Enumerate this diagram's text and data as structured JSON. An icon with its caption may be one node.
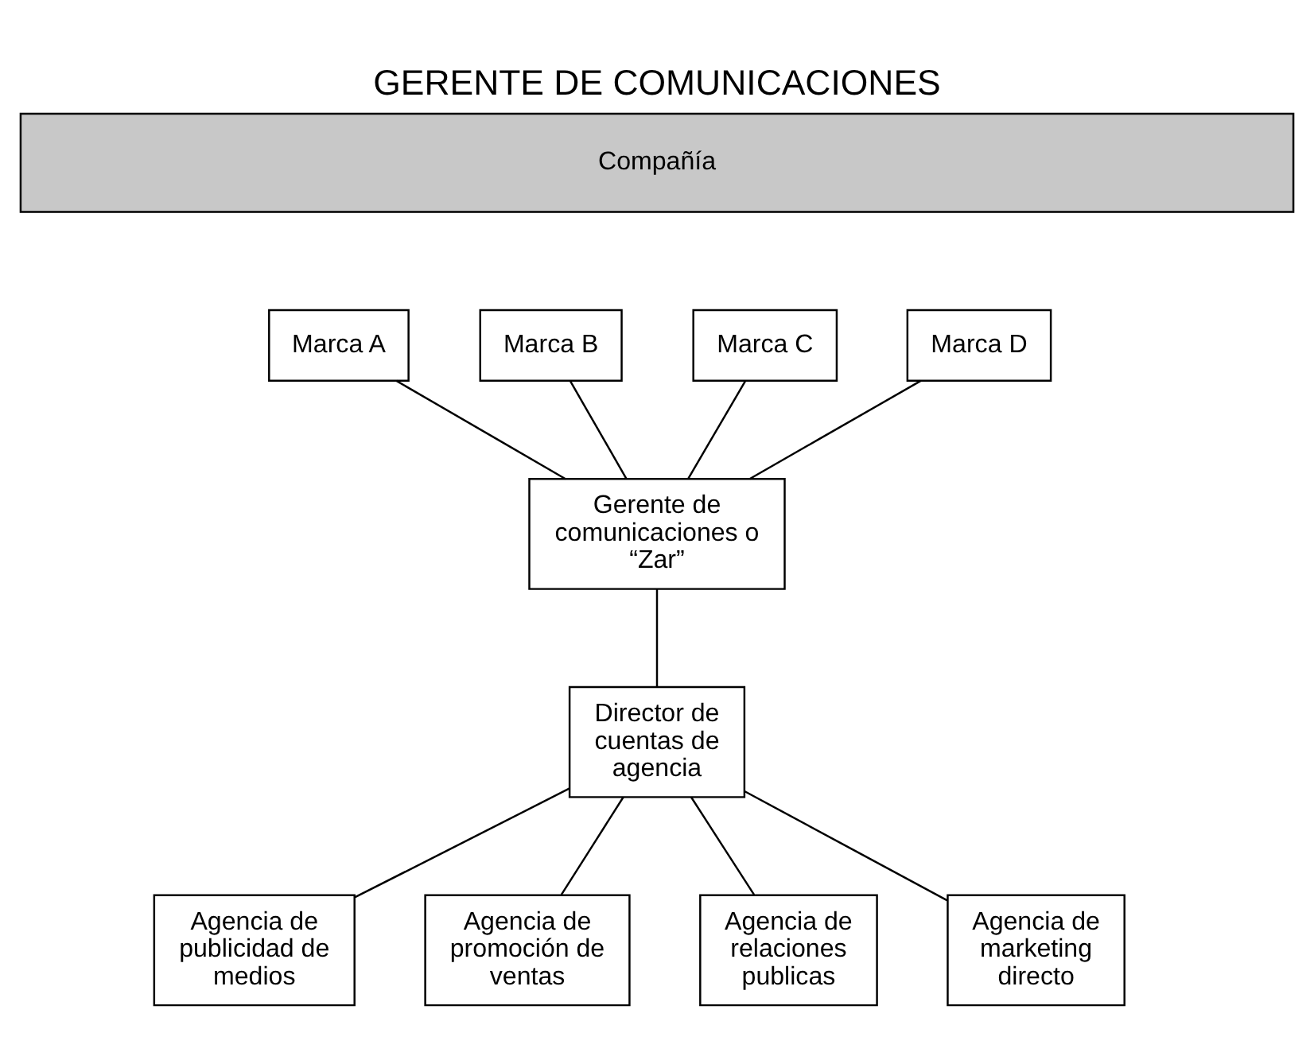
{
  "diagram": {
    "title": "GERENTE DE COMUNICACIONES",
    "nodes": [
      {
        "text": [
          "Compañía"
        ]
      },
      {
        "text": [
          "Marca A"
        ]
      },
      {
        "text": [
          "Marca B"
        ]
      },
      {
        "text": [
          "Marca C"
        ]
      },
      {
        "text": [
          "Marca D"
        ]
      },
      {
        "text": [
          "Gerente de comunicaciones o “Zar”"
        ]
      },
      {
        "text": [
          "Director de cuentas de agencia"
        ]
      },
      {
        "text": [
          "Agencia de publicidad de medios"
        ]
      },
      {
        "text": [
          "Agencia de promoción de ventas"
        ]
      },
      {
        "text": [
          "Agencia de relaciones publicas"
        ]
      },
      {
        "text": [
          "Agencia de marketing directo"
        ]
      }
    ],
    "edges": [
      {
        "from": 1,
        "to": 5,
        "arrow": "none"
      },
      {
        "from": 2,
        "to": 5,
        "arrow": "none"
      },
      {
        "from": 3,
        "to": 5,
        "arrow": "none"
      },
      {
        "from": 4,
        "to": 5,
        "arrow": "none"
      },
      {
        "from": 5,
        "to": 6,
        "arrow": "none"
      },
      {
        "from": 6,
        "to": 7,
        "arrow": "none"
      },
      {
        "from": 6,
        "to": 8,
        "arrow": "none"
      },
      {
        "from": 6,
        "to": 9,
        "arrow": "none"
      },
      {
        "from": 6,
        "to": 10,
        "arrow": "none"
      }
    ]
  }
}
